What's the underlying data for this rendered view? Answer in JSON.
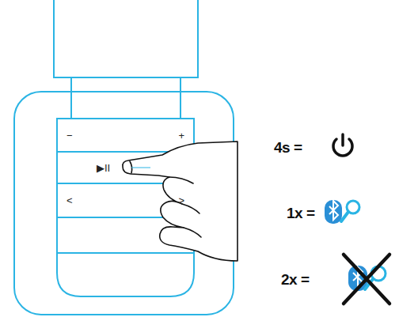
{
  "diagram": {
    "nodes": [
      {
        "text": [
          "−",
          "+"
        ]
      },
      {
        "text": [
          "▶II"
        ]
      },
      {
        "text": [
          "<",
          ">"
        ]
      }
    ],
    "labels": [
      "4s =",
      "1x =",
      "2x ="
    ]
  }
}
